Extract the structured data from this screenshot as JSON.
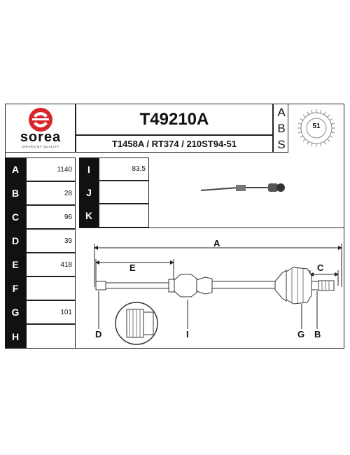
{
  "brand": {
    "name": "sorea",
    "tagline": "DRIVEN BY QUALITY",
    "color": "#d7262c"
  },
  "part_number": "T49210A",
  "cross_references": "T1458A / RT374 / 210ST94-51",
  "abs": {
    "letters": [
      "A",
      "B",
      "S"
    ],
    "teeth": "51"
  },
  "specs_left": [
    {
      "key": "A",
      "value": "1140"
    },
    {
      "key": "B",
      "value": "28"
    },
    {
      "key": "C",
      "value": "96"
    },
    {
      "key": "D",
      "value": "39"
    },
    {
      "key": "E",
      "value": "418"
    },
    {
      "key": "F",
      "value": ""
    },
    {
      "key": "G",
      "value": "101"
    },
    {
      "key": "H",
      "value": ""
    }
  ],
  "specs_mid": [
    {
      "key": "I",
      "value": "83,5"
    },
    {
      "key": "J",
      "value": ""
    },
    {
      "key": "K",
      "value": ""
    }
  ],
  "diagram_labels": {
    "A": "A",
    "E": "E",
    "C": "C",
    "D": "D",
    "I": "I",
    "G": "G",
    "B": "B"
  }
}
